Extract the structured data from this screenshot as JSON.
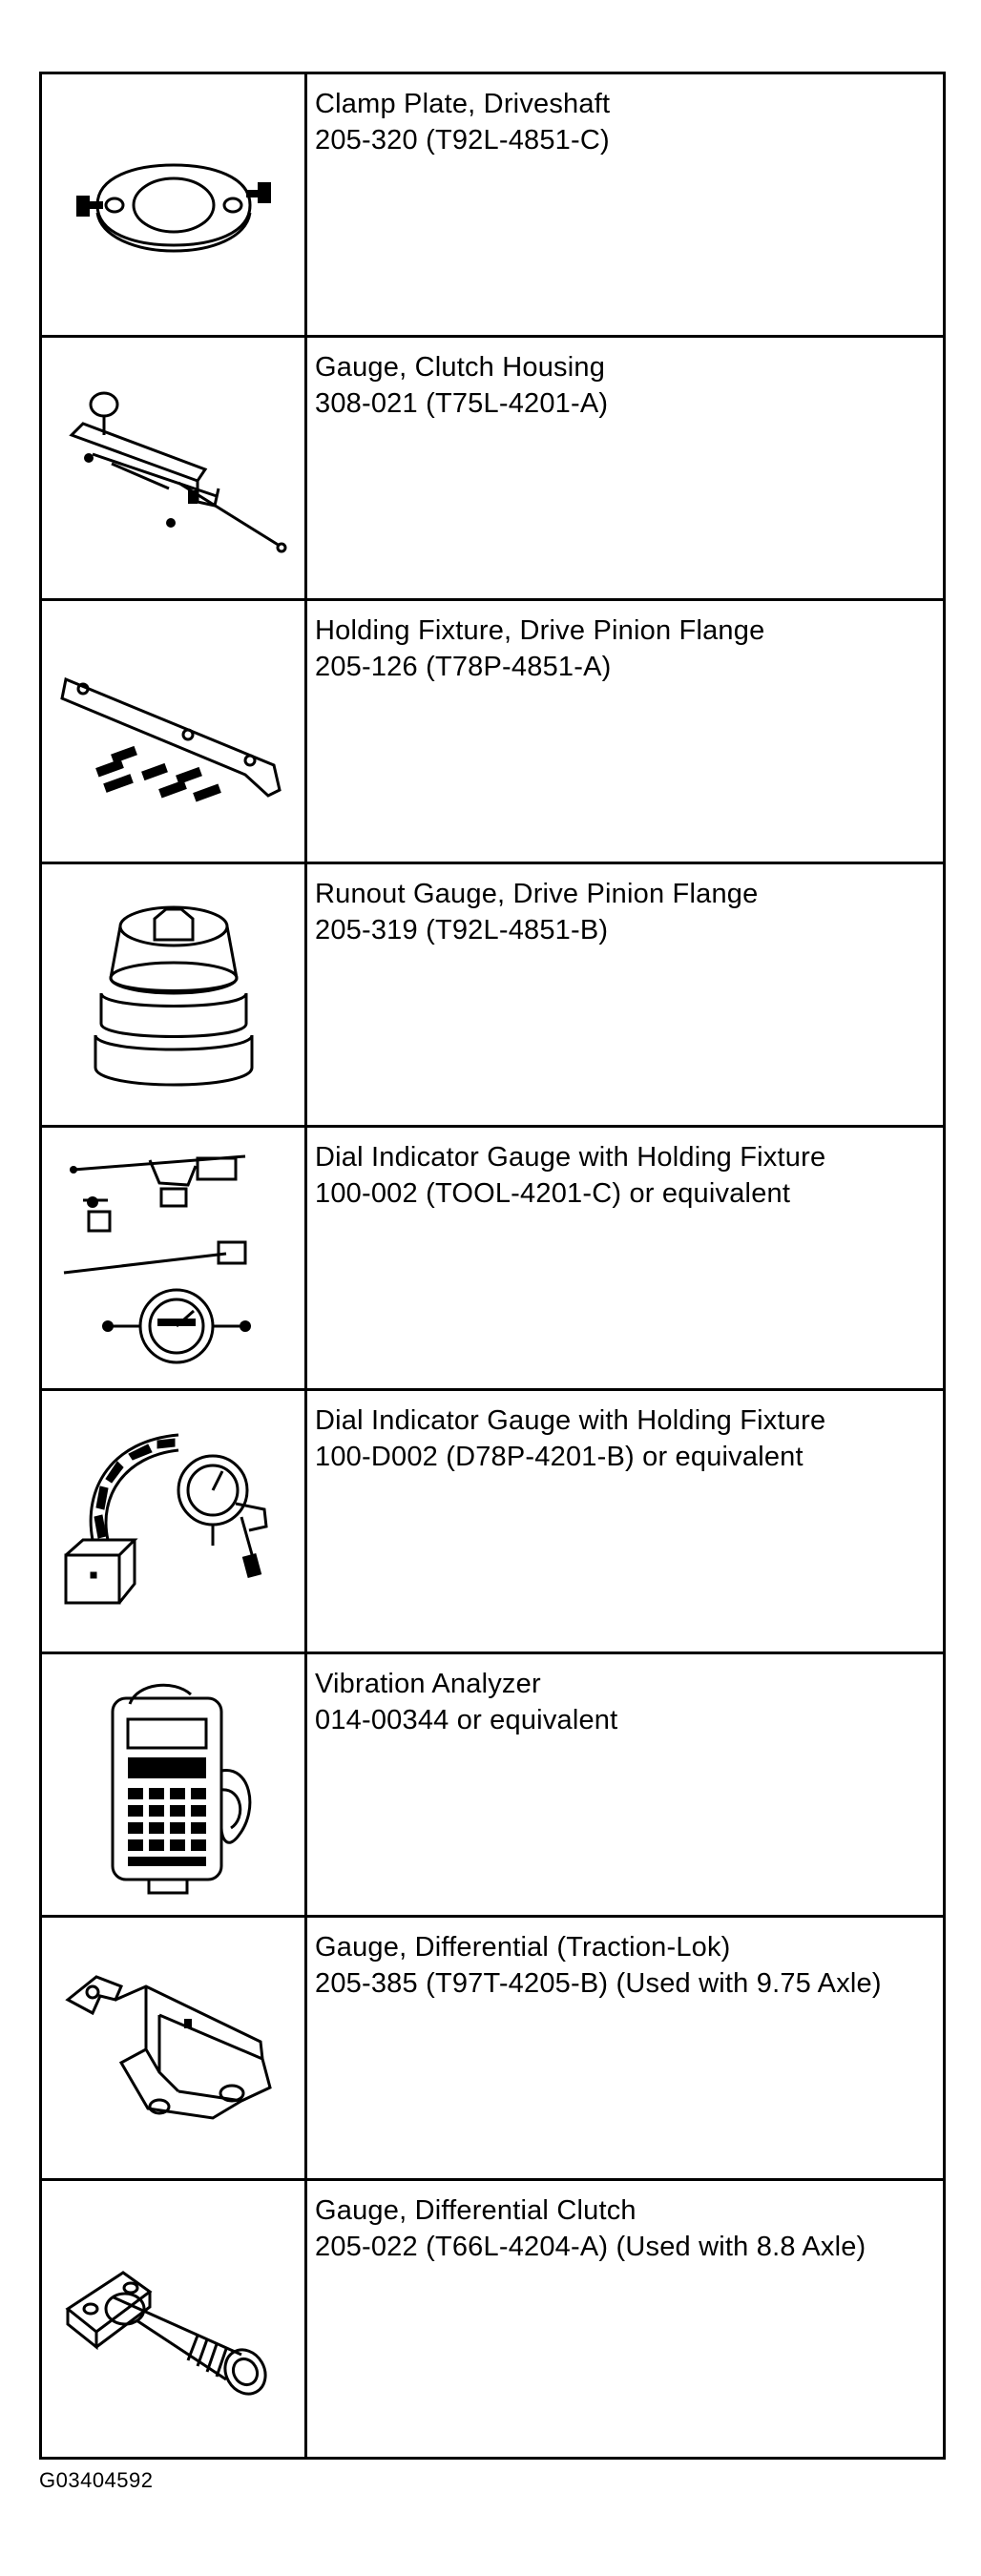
{
  "tools": [
    {
      "name": "Clamp Plate, Driveshaft",
      "number": "205-320 (T92L-4851-C)",
      "icon": "clamp-plate-icon"
    },
    {
      "name": "Gauge, Clutch Housing",
      "number": "308-021 (T75L-4201-A)",
      "icon": "clutch-housing-gauge-icon"
    },
    {
      "name": "Holding Fixture, Drive Pinion Flange",
      "number": "205-126 (T78P-4851-A)",
      "icon": "holding-fixture-icon"
    },
    {
      "name": "Runout Gauge, Drive Pinion Flange",
      "number": "205-319 (T92L-4851-B)",
      "icon": "runout-gauge-icon"
    },
    {
      "name": "Dial Indicator Gauge with Holding Fixture",
      "number": "100-002 (TOOL-4201-C) or equivalent",
      "icon": "dial-indicator-kit-icon"
    },
    {
      "name": "Dial Indicator Gauge with Holding Fixture",
      "number": "100-D002 (D78P-4201-B) or equivalent",
      "icon": "magnetic-dial-indicator-icon"
    },
    {
      "name": "Vibration Analyzer",
      "number": "014-00344 or equivalent",
      "icon": "vibration-analyzer-icon"
    },
    {
      "name": "Gauge, Differential (Traction-Lok)",
      "number": "205-385 (T97T-4205-B) (Used with 9.75 Axle)",
      "icon": "differential-gauge-icon"
    },
    {
      "name": "Gauge, Differential Clutch",
      "number": "205-022 (T66L-4204-A) (Used with 8.8 Axle)",
      "icon": "differential-clutch-gauge-icon"
    }
  ],
  "figure_id": "G03404592"
}
